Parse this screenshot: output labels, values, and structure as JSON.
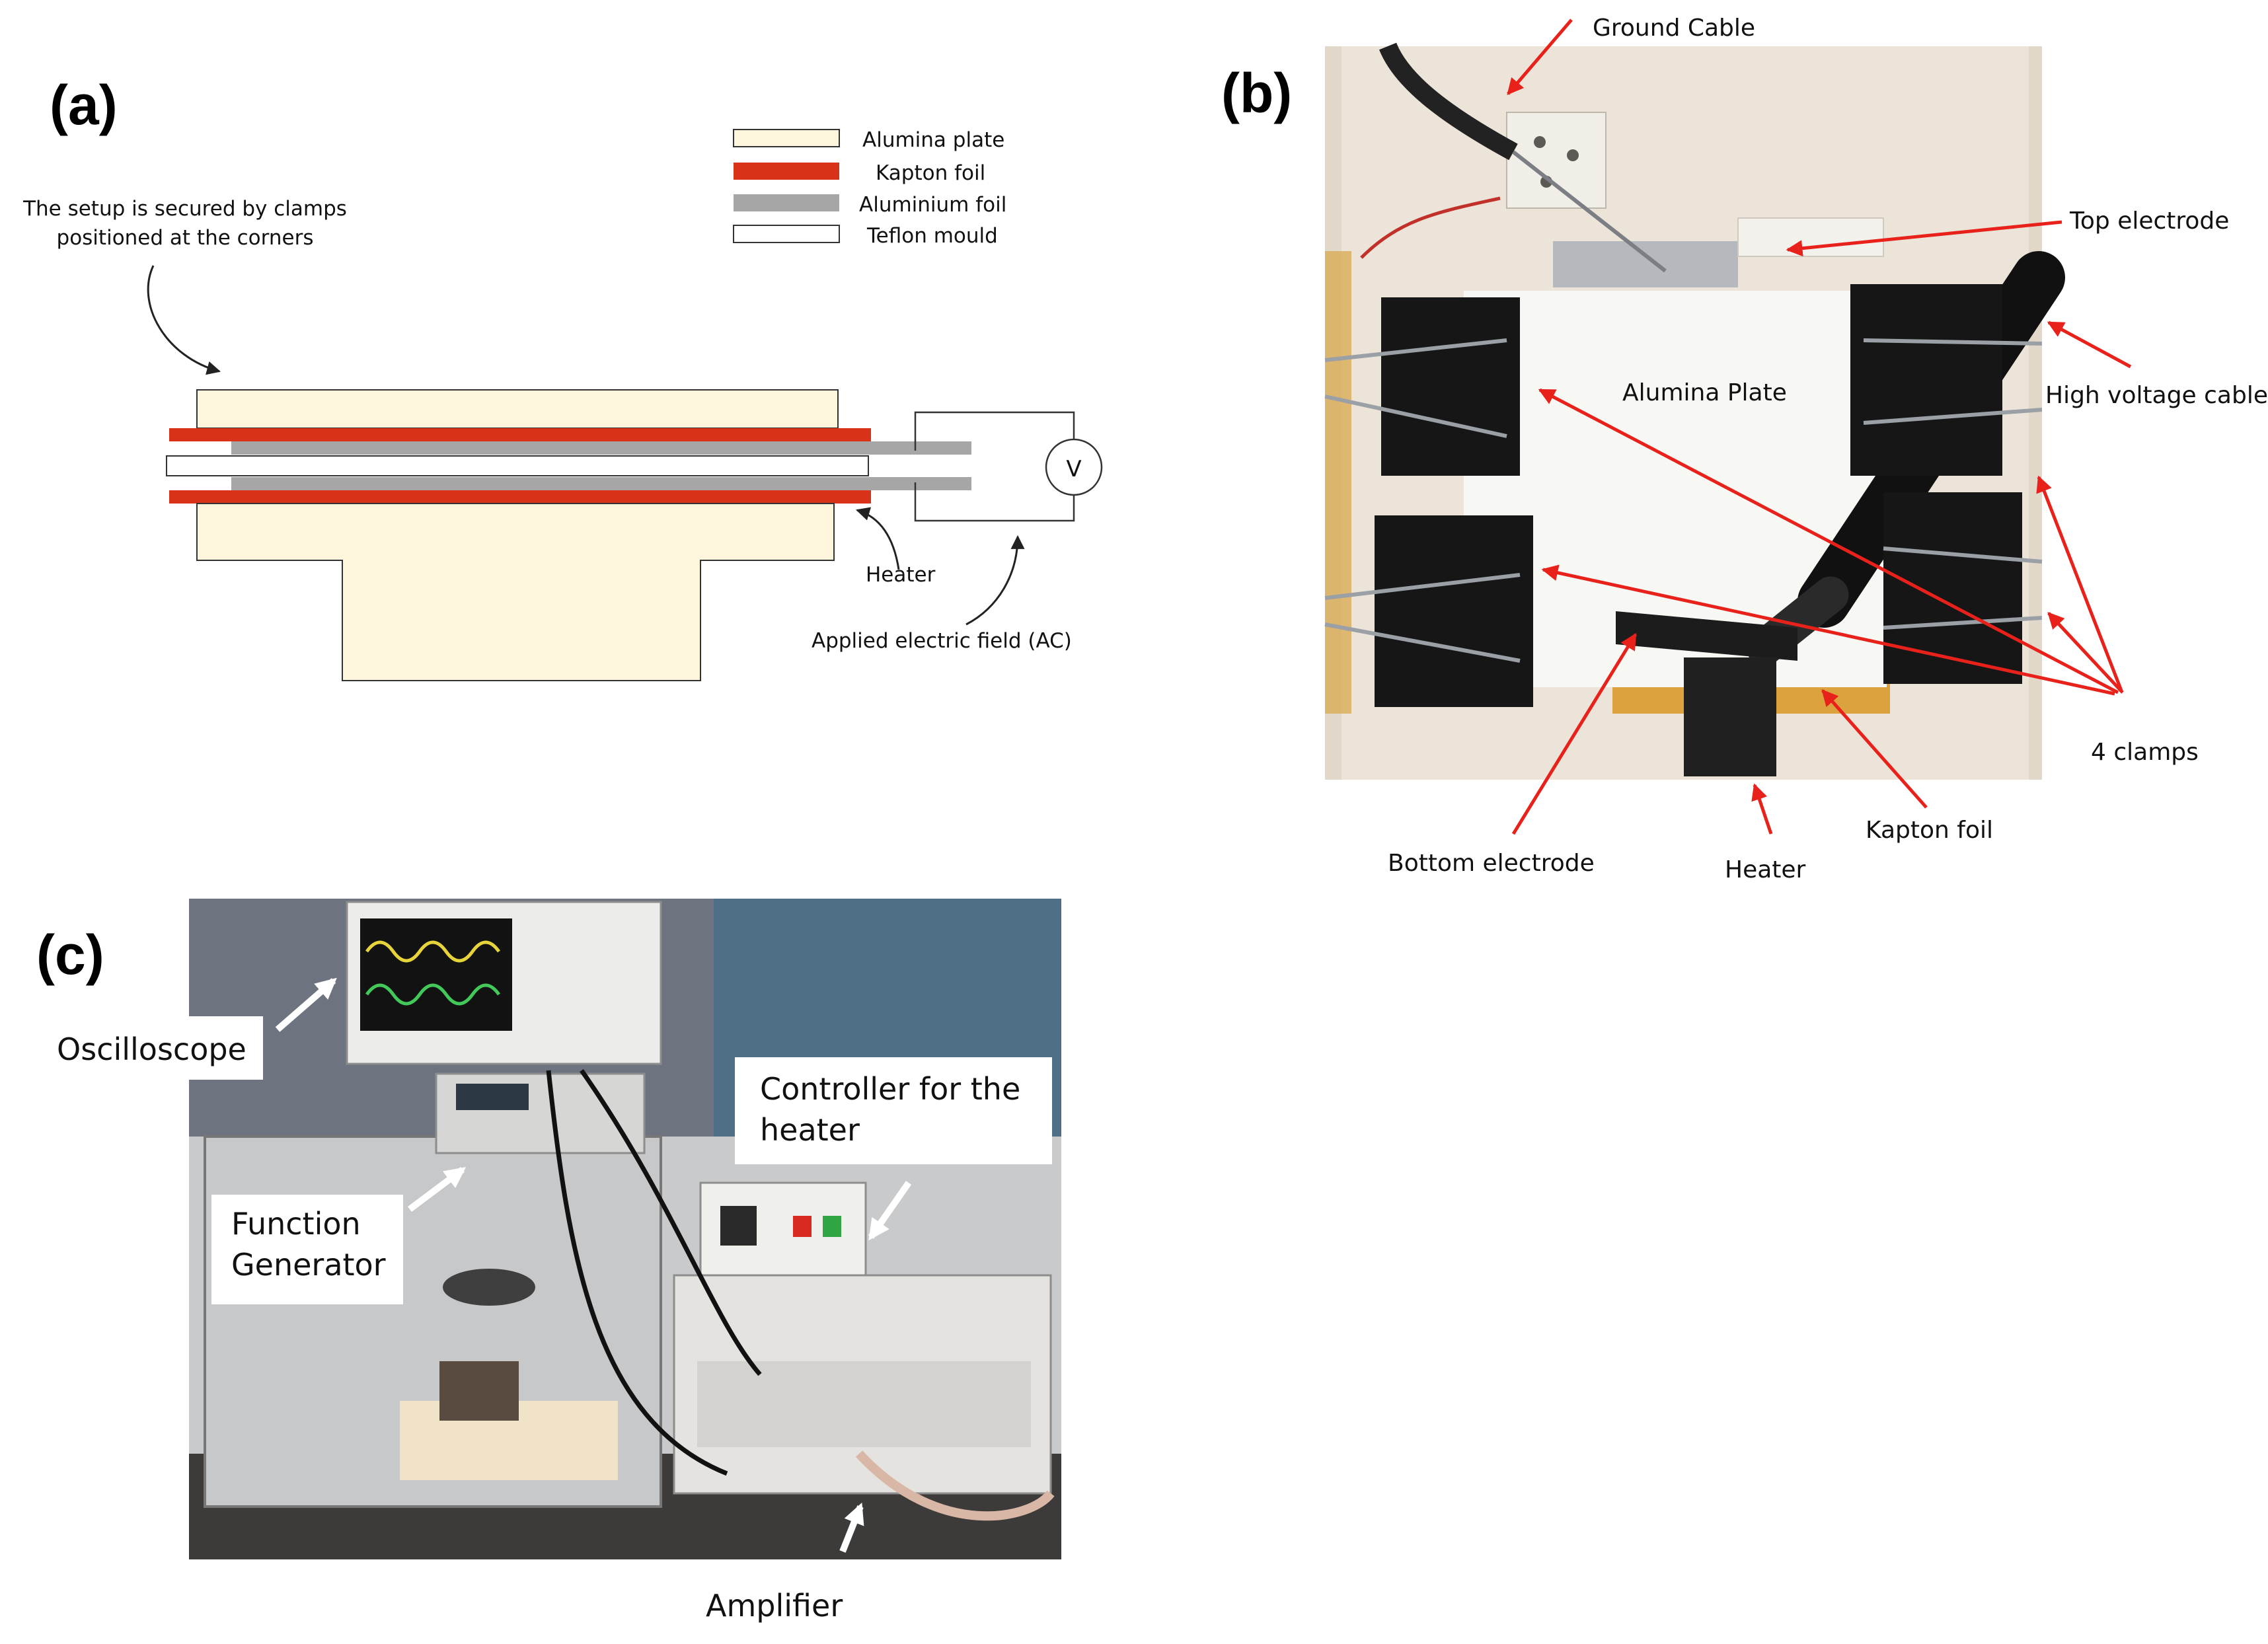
{
  "panel_a": {
    "letter": "(a)",
    "legend": [
      {
        "label": "Alumina plate",
        "color": "#fdf6dc"
      },
      {
        "label": "Kapton foil",
        "color": "#d93218"
      },
      {
        "label": "Aluminium foil",
        "color": "#a6a6a6"
      },
      {
        "label": "Teflon mould",
        "color": "#ffffff"
      }
    ],
    "clamp_note_line1": "The setup is secured by clamps",
    "clamp_note_line2": "positioned at the corners",
    "heater_label": "Heater",
    "field_label": "Applied electric field (AC)",
    "voltmeter_symbol": "V"
  },
  "panel_b": {
    "letter": "(b)",
    "labels": {
      "ground_cable": "Ground Cable",
      "top_electrode": "Top electrode",
      "alumina_plate": "Alumina Plate",
      "high_voltage_cable": "High voltage cable",
      "four_clamps": "4 clamps",
      "bottom_electrode": "Bottom electrode",
      "heater": "Heater",
      "kapton_foil": "Kapton foil"
    }
  },
  "panel_c": {
    "letter": "(c)",
    "labels": {
      "oscilloscope": "Oscilloscope",
      "controller_line1": "Controller for the",
      "controller_line2": "heater",
      "function_line1": "Function",
      "function_line2": "Generator",
      "amplifier": "Amplifier"
    }
  },
  "colors": {
    "annotation_red": "#e8211b",
    "alumina": "#fdf6dc",
    "kapton": "#d93218",
    "aluminium": "#a6a6a6"
  }
}
